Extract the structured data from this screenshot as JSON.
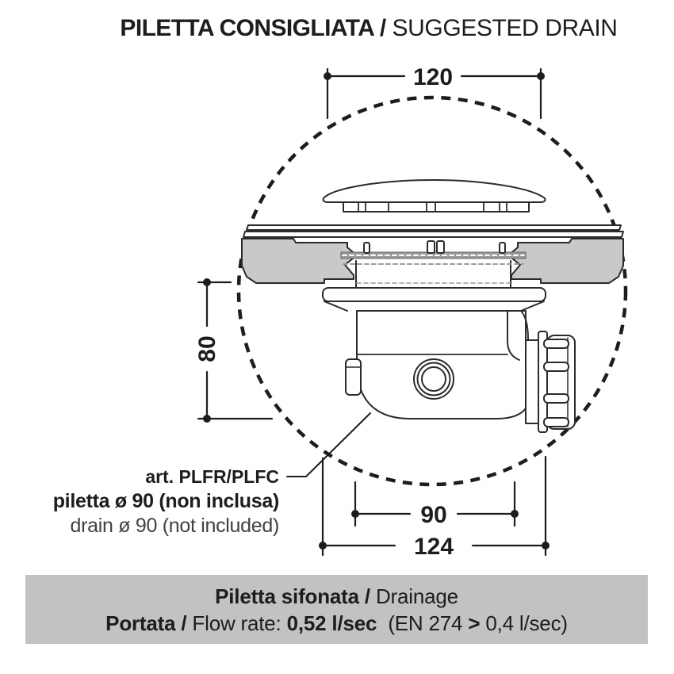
{
  "title": {
    "primary": "PILETTA CONSIGLIATA /",
    "secondary": " SUGGESTED DRAIN"
  },
  "detail_view": {
    "dimensions": {
      "top_width": "120",
      "side_height": "80",
      "drain_diameter": "90",
      "flange_width": "124"
    },
    "callout": {
      "art_prefix": "art. ",
      "art_code": "PLFR/PLFC",
      "line_it": "piletta ø 90 (non inclusa)",
      "line_en": "drain ø 90 (not included)"
    }
  },
  "footer": {
    "line1_bold": "Piletta sifonata /",
    "line1_regular": " Drainage",
    "line2_bold1": "Portata /",
    "line2_regular1": " Flow rate: ",
    "line2_bold2": "0,52 l/sec",
    "line2_regular2": "  (EN 274 ",
    "line2_bold3": ">",
    "line2_regular3": " 0,4 l/sec)"
  },
  "colors": {
    "ink": "#1d1d1b",
    "line": "#2b2b2b",
    "tray_fill": "#c9c9c9",
    "gasket_fill": "#9b9b9b",
    "footer_bg": "#c2c2c4"
  }
}
